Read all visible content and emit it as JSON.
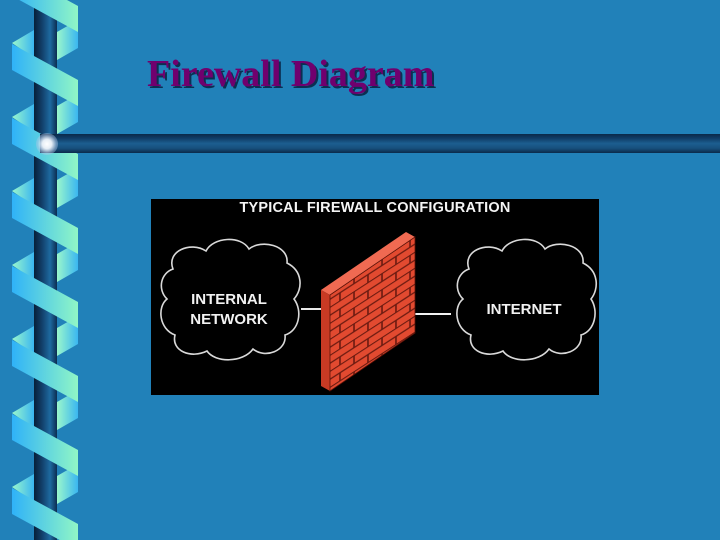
{
  "slide": {
    "title": "Firewall Diagram",
    "colors": {
      "background": "#2181b9",
      "title": "#70006e",
      "ribbon_light": "#8ff5c8",
      "ribbon_blue": "#2ab0f5",
      "pole_dark": "#0a2a4a",
      "brick": "#e0442e"
    }
  },
  "diagram": {
    "heading": "TYPICAL FIREWALL CONFIGURATION",
    "left_cloud": {
      "line1": "INTERNAL",
      "line2": "NETWORK"
    },
    "firewall": {
      "icon": "brick-wall-icon"
    },
    "right_cloud": {
      "label": "INTERNET"
    }
  }
}
